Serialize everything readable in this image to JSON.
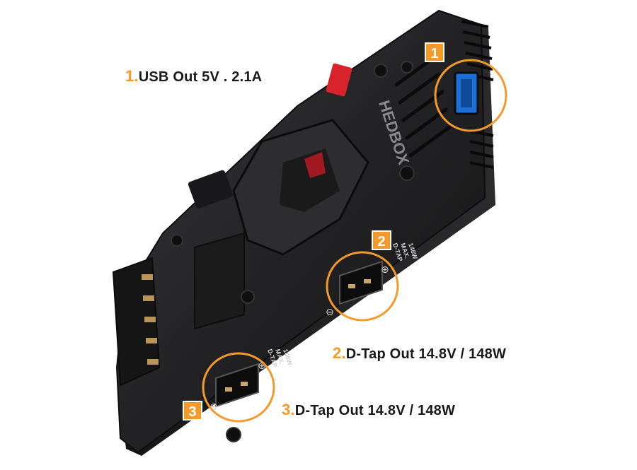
{
  "callouts": [
    {
      "num": "1.",
      "text": "USB Out 5V . 2.1A"
    },
    {
      "num": "2.",
      "text": "D-Tap Out 14.8V / 148W"
    },
    {
      "num": "3.",
      "text": "D-Tap Out 14.8V / 148W"
    }
  ],
  "badges": [
    "1",
    "2",
    "3"
  ],
  "device": {
    "brand_mark": "HEDBOX",
    "port_labels": [
      {
        "line1": "D-TAP",
        "line2": "MAX.",
        "line3": "148W"
      },
      {
        "line1": "D-TAP",
        "line2": "MAX.",
        "line3": "148W"
      }
    ],
    "plus": "⊕",
    "minus": "⊖"
  },
  "colors": {
    "accent": "#f39a2b",
    "body": "#1c1c1e",
    "edge": "#2c2c2f",
    "red_latch": "#d8232a",
    "usb_blue": "#1b6fd6"
  }
}
